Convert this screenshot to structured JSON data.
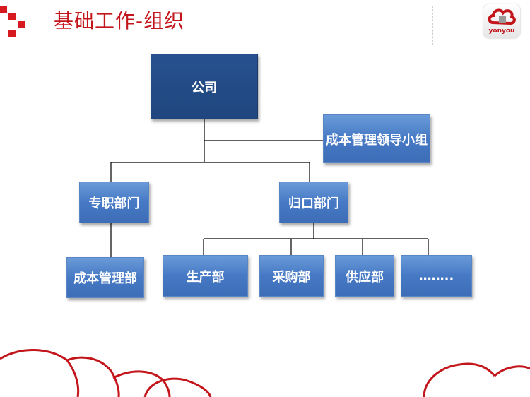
{
  "header": {
    "title": "基础工作-组织",
    "logo_text": "yonyou"
  },
  "org_chart": {
    "company": "公司",
    "leadership_group": "成本管理领导小组",
    "dedicated_dept": "专职部门",
    "central_dept": "归口部门",
    "cost_mgmt_dept": "成本管理部",
    "production_dept": "生产部",
    "purchasing_dept": "采购部",
    "supply_dept": "供应部",
    "ellipsis": "……..",
    "colors": {
      "top_box": "#1f467e",
      "box": "#4679c5",
      "line": "#000000"
    }
  }
}
